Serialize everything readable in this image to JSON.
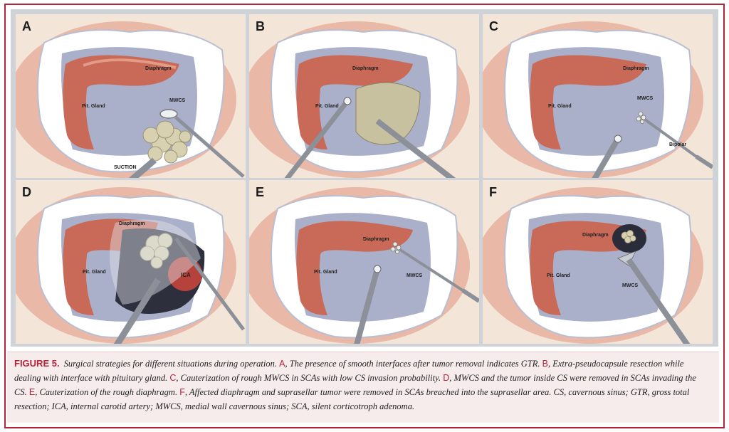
{
  "panels": [
    {
      "letter": "A",
      "labels": {
        "diaphragm": "Diaphragm",
        "gland": "Pit. Gland",
        "mwcs": "MWCS",
        "suction": "SUCTION"
      }
    },
    {
      "letter": "B",
      "labels": {
        "diaphragm": "Diaphragm",
        "gland": "Pit. Gland"
      }
    },
    {
      "letter": "C",
      "labels": {
        "diaphragm": "Diaphragm",
        "gland": "Pit. Gland",
        "mwcs": "MWCS",
        "bipolar": "Bipolar"
      }
    },
    {
      "letter": "D",
      "labels": {
        "diaphragm": "Diaphragm",
        "gland": "Pit. Gland",
        "ica": "ICA"
      }
    },
    {
      "letter": "E",
      "labels": {
        "diaphragm": "Diaphragm",
        "gland": "Pit. Gland",
        "mwcs": "MWCS"
      }
    },
    {
      "letter": "F",
      "labels": {
        "diaphragm": "Diaphragm",
        "gland": "Pit. Gland",
        "mwcs": "MWCS"
      }
    }
  ],
  "caption": {
    "title": "FIGURE 5.",
    "intro": "Surgical strategies for different situations during operation.",
    "items": [
      {
        "key": "A",
        "text": ", The presence of smooth interfaces after tumor removal indicates GTR."
      },
      {
        "key": "B",
        "text": ", Extra-pseudocapsule resection while dealing with interface with pituitary gland."
      },
      {
        "key": "C",
        "text": ", Cauterization of rough MWCS in SCAs with low CS invasion probability."
      },
      {
        "key": "D",
        "text": ", MWCS and the tumor inside CS were removed in SCAs invading the CS."
      },
      {
        "key": "E",
        "text": ", Cauterization of the rough diaphragm."
      },
      {
        "key": "F",
        "text": ", Affected diaphragm and suprasellar tumor were removed in SCAs breached into the suprasellar area."
      }
    ],
    "abbreviations": "CS, cavernous sinus; GTR, gross total resection; ICA, internal carotid artery; MWCS, medial wall cavernous sinus; SCA, silent corticotroph adenoma."
  }
}
